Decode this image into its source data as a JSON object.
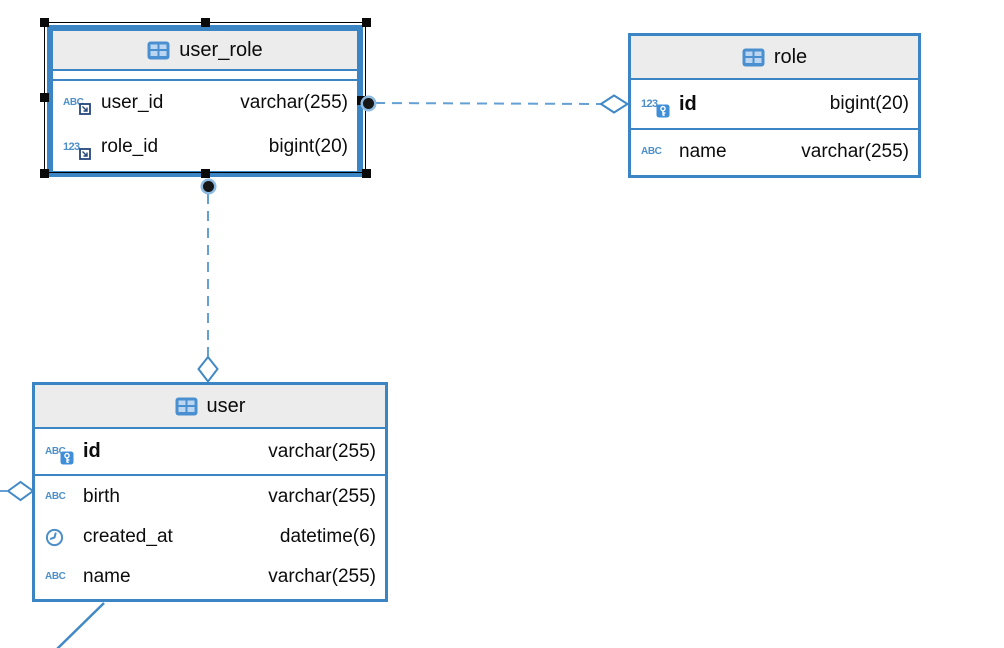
{
  "diagram": {
    "background": "#ffffff",
    "colors": {
      "table_border": "#3c85c4",
      "header_bg": "#ececec",
      "relation_line": "#4289c6",
      "relation_dash": "#64a0d4",
      "icon_blue": "#4d8fc9",
      "key_badge_bg": "#3f8ed8",
      "fk_badge_border": "#24477e",
      "selection_handle": "#000000",
      "text": "#0c0c0c"
    },
    "icon_glyphs": {
      "text": "ABC",
      "number": "123"
    },
    "tables": [
      {
        "name": "user_role",
        "selected": true,
        "columns": [
          {
            "name": "user_id",
            "type": "varchar(255)",
            "icon": "text",
            "badge": "foreign-key"
          },
          {
            "name": "role_id",
            "type": "bigint(20)",
            "icon": "number",
            "badge": "foreign-key"
          }
        ]
      },
      {
        "name": "role",
        "selected": false,
        "columns": [
          {
            "name": "id",
            "type": "bigint(20)",
            "icon": "number",
            "badge": "primary-key"
          },
          {
            "name": "name",
            "type": "varchar(255)",
            "icon": "text",
            "badge": null
          }
        ]
      },
      {
        "name": "user",
        "selected": false,
        "columns": [
          {
            "name": "id",
            "type": "varchar(255)",
            "icon": "text",
            "badge": "primary-key"
          },
          {
            "name": "birth",
            "type": "varchar(255)",
            "icon": "text",
            "badge": null
          },
          {
            "name": "created_at",
            "type": "datetime(6)",
            "icon": "datetime",
            "badge": null
          },
          {
            "name": "name",
            "type": "varchar(255)",
            "icon": "text",
            "badge": null
          }
        ]
      }
    ],
    "relationships": [
      {
        "from": "user_role",
        "to": "role",
        "style": "dashed",
        "end_marker": "open-diamond"
      },
      {
        "from": "user_role",
        "to": "user",
        "style": "dashed",
        "end_marker": "open-diamond"
      },
      {
        "from": "offscreen-left",
        "to": "user",
        "style": "dashed",
        "end_marker": "open-diamond"
      },
      {
        "from": "user",
        "to": "offscreen-bottom",
        "style": "solid",
        "end_marker": "none"
      }
    ]
  }
}
